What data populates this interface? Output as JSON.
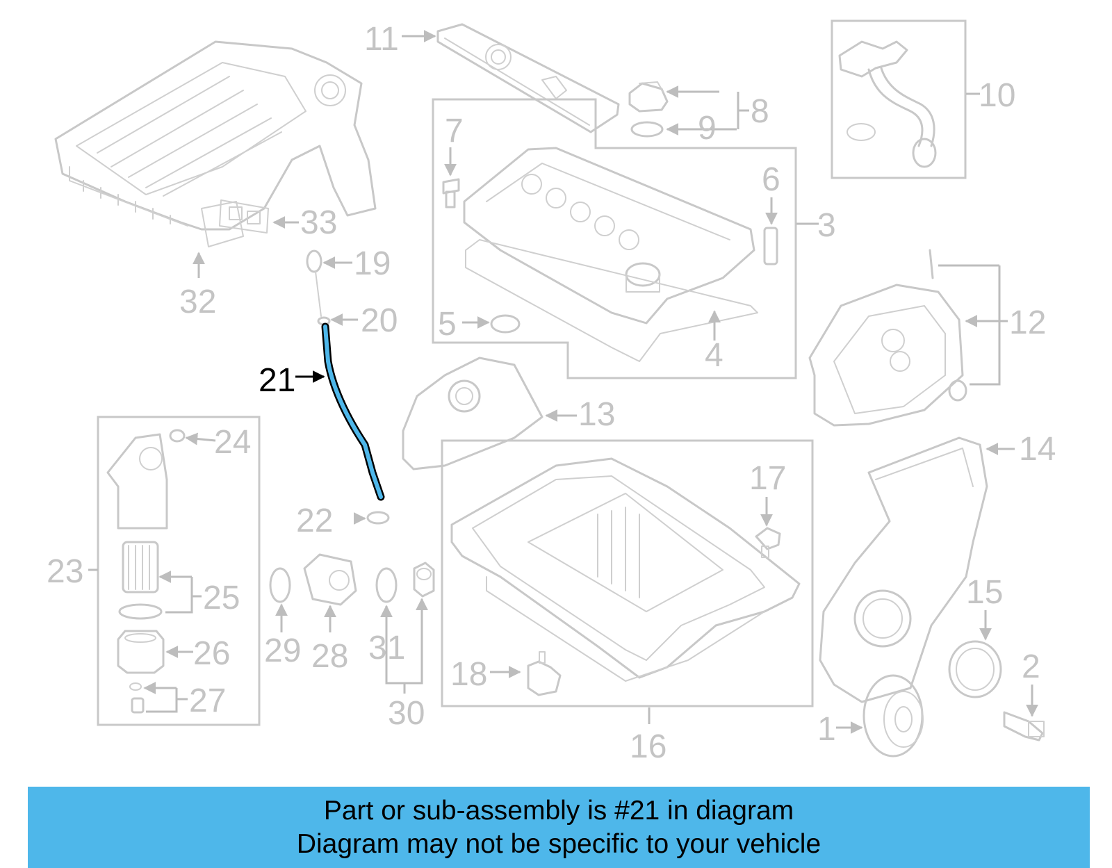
{
  "diagram": {
    "labels": {
      "n1": "1",
      "n2": "2",
      "n3": "3",
      "n4": "4",
      "n5": "5",
      "n6": "6",
      "n7": "7",
      "n8": "8",
      "n9": "9",
      "n10": "10",
      "n11": "11",
      "n12": "12",
      "n13": "13",
      "n14": "14",
      "n15": "15",
      "n16": "16",
      "n17": "17",
      "n18": "18",
      "n19": "19",
      "n20": "20",
      "n21": "21",
      "n22": "22",
      "n23": "23",
      "n24": "24",
      "n25": "25",
      "n26": "26",
      "n27": "27",
      "n28": "28",
      "n29": "29",
      "n30": "30",
      "n31": "31",
      "n32": "32",
      "n33": "33"
    },
    "highlighted_part": "21",
    "colors": {
      "highlight_part": "#4eb7ea",
      "parts": "#c8c8c8",
      "labels": "#c4c4c4",
      "highlight_label": "#000000"
    }
  },
  "caption": {
    "line1": "Part or sub-assembly is #21 in diagram",
    "line2": "Diagram may not be specific to your vehicle",
    "background": "#4eb7ea"
  }
}
